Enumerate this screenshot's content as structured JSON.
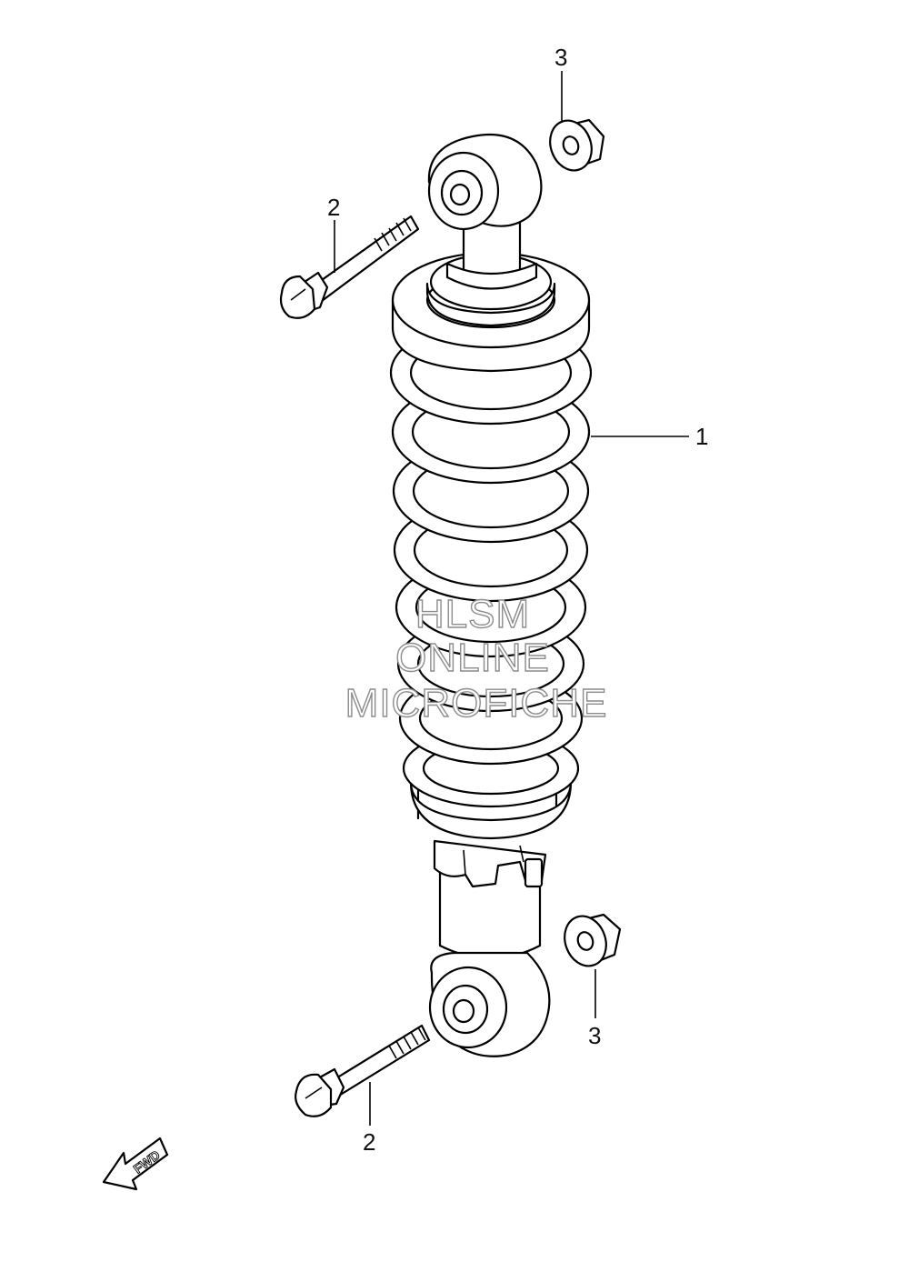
{
  "callouts": {
    "shock_absorber": "1",
    "bolt_top": "2",
    "bolt_bottom": "2",
    "nut_top": "3",
    "nut_bottom": "3"
  },
  "watermark": {
    "line1": "HLSM",
    "line2": "ONLINE",
    "line3": "MICROFICHE"
  },
  "fwd_label": "FWD"
}
